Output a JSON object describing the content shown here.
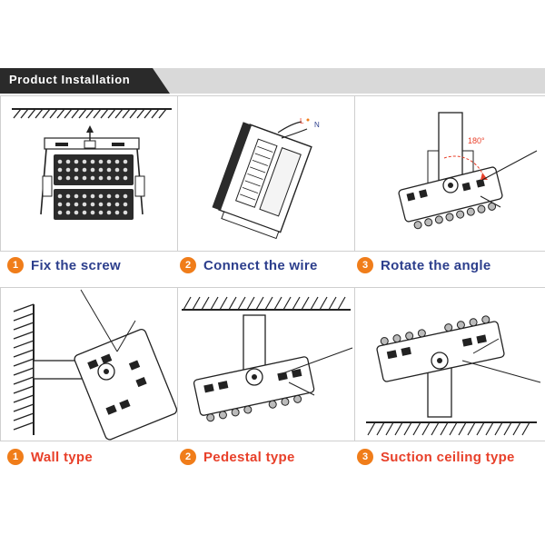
{
  "header": {
    "title": "Product  Installation"
  },
  "colors": {
    "badge": "#f07d1a",
    "caption_top": "#2c3e8c",
    "caption_bottom": "#e8402a",
    "header_dark": "#2a2a2a",
    "header_light": "#d9d9d9"
  },
  "steps_top": [
    {
      "number": "1",
      "label": "Fix the screw"
    },
    {
      "number": "2",
      "label": "Connect the wire"
    },
    {
      "number": "3",
      "label": "Rotate the angle"
    }
  ],
  "steps_bottom": [
    {
      "number": "1",
      "label": "Wall type"
    },
    {
      "number": "2",
      "label": "Pedestal type"
    },
    {
      "number": "3",
      "label": "Suction ceiling type"
    }
  ],
  "diagram_labels": {
    "wire_l": "L",
    "wire_n": "N",
    "angle": "180°"
  }
}
